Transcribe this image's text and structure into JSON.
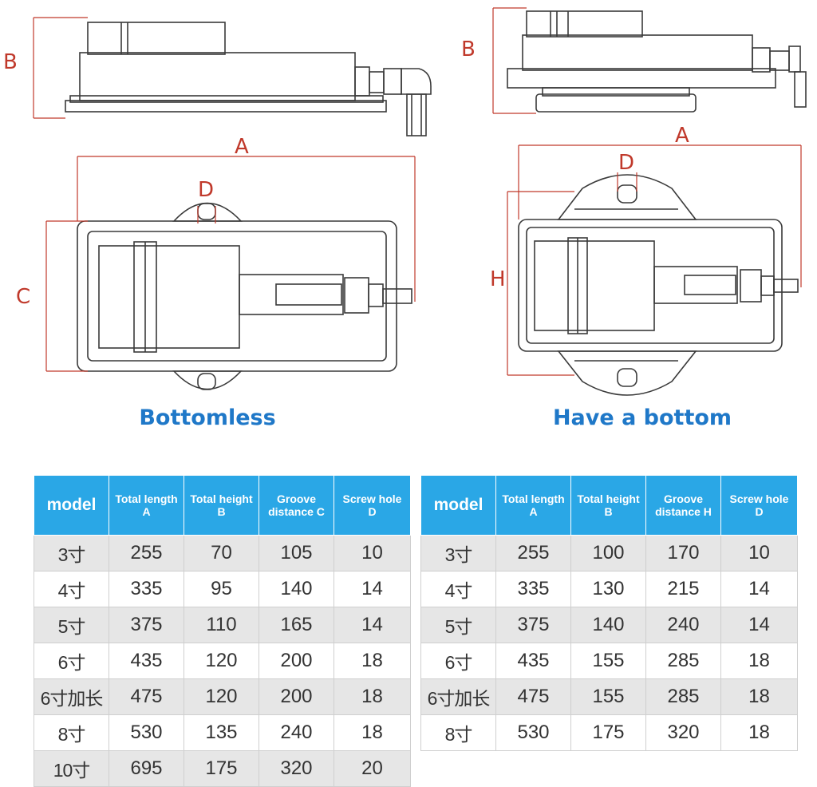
{
  "diagrams": {
    "bottomless": {
      "caption": "Bottomless",
      "dims": {
        "a": "A",
        "b": "B",
        "c": "C",
        "d": "D"
      }
    },
    "with_bottom": {
      "caption": "Have a bottom",
      "dims": {
        "a": "A",
        "b": "B",
        "h": "H",
        "d": "D"
      }
    }
  },
  "colors": {
    "dimension": "#c0392b",
    "caption": "#1f78c8",
    "header": "#2aa7e6",
    "row_alt": "#e6e6e6"
  },
  "tables": {
    "bottomless": {
      "headers": {
        "model": "model",
        "length_1": "Total length",
        "length_2": "A",
        "height_1": "Total height",
        "height_2": "B",
        "groove_1": "Groove",
        "groove_2": "distance C",
        "screw_1": "Screw hole",
        "screw_2": "D"
      },
      "rows": [
        [
          "3寸",
          "255",
          "70",
          "105",
          "10"
        ],
        [
          "4寸",
          "335",
          "95",
          "140",
          "14"
        ],
        [
          "5寸",
          "375",
          "110",
          "165",
          "14"
        ],
        [
          "6寸",
          "435",
          "120",
          "200",
          "18"
        ],
        [
          "6寸加长",
          "475",
          "120",
          "200",
          "18"
        ],
        [
          "8寸",
          "530",
          "135",
          "240",
          "18"
        ],
        [
          "10寸",
          "695",
          "175",
          "320",
          "20"
        ]
      ]
    },
    "with_bottom": {
      "headers": {
        "model": "model",
        "length_1": "Total length",
        "length_2": "A",
        "height_1": "Total height",
        "height_2": "B",
        "groove_1": "Groove",
        "groove_2": "distance H",
        "screw_1": "Screw hole",
        "screw_2": "D"
      },
      "rows": [
        [
          "3寸",
          "255",
          "100",
          "170",
          "10"
        ],
        [
          "4寸",
          "335",
          "130",
          "215",
          "14"
        ],
        [
          "5寸",
          "375",
          "140",
          "240",
          "14"
        ],
        [
          "6寸",
          "435",
          "155",
          "285",
          "18"
        ],
        [
          "6寸加长",
          "475",
          "155",
          "285",
          "18"
        ],
        [
          "8寸",
          "530",
          "175",
          "320",
          "18"
        ]
      ]
    }
  }
}
